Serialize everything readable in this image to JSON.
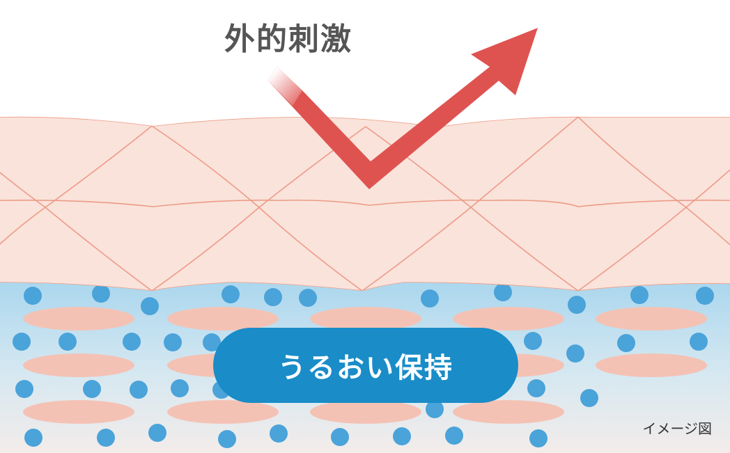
{
  "labels": {
    "external_stimulus": "外的刺激",
    "moisture_retention": "うるおい保持",
    "image_note": "イメージ図"
  },
  "colors": {
    "skin_fill": "#fae3db",
    "skin_line": "#ec9b86",
    "lower_top": "#a9d6ee",
    "lower_bottom": "#f3ecea",
    "cell_fill": "#f4c2b4",
    "droplet": "#4aa3d9",
    "arrow": "#de5350",
    "pill": "#1a8cc8"
  }
}
